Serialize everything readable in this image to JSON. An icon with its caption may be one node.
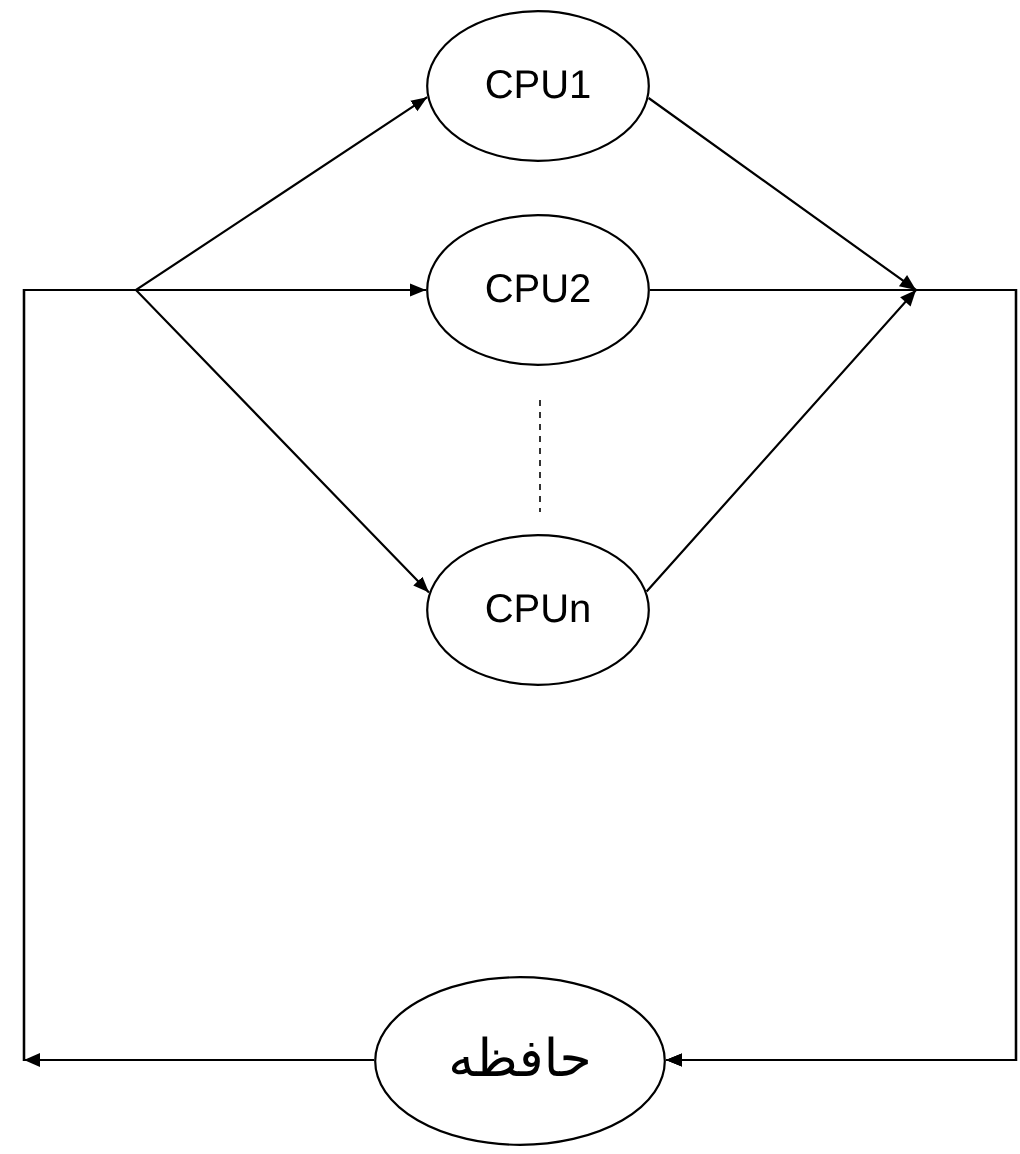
{
  "diagram": {
    "nodes": [
      {
        "text": [
          "CPU1"
        ]
      },
      {
        "text": [
          "CPU2"
        ]
      },
      {
        "text": [
          "CPUn"
        ]
      },
      {
        "text": [
          "حافظه"
        ]
      }
    ],
    "edges": [
      {
        "from": 3,
        "to": 0,
        "arrow": "to"
      },
      {
        "from": 3,
        "to": 1,
        "arrow": "to"
      },
      {
        "from": 3,
        "to": 2,
        "arrow": "to"
      },
      {
        "from": 0,
        "to": 3,
        "arrow": "to"
      },
      {
        "from": 1,
        "to": 3,
        "arrow": "to"
      },
      {
        "from": 2,
        "to": 3,
        "arrow": "to"
      }
    ]
  }
}
